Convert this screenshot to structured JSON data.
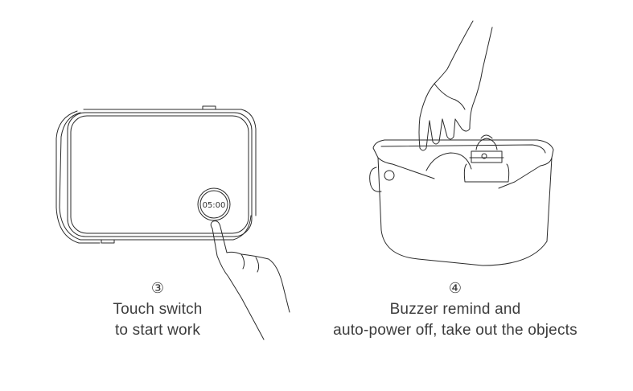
{
  "step3": {
    "number": "③",
    "line1": "Touch switch",
    "line2": "to start work",
    "display": "05:00"
  },
  "step4": {
    "number": "④",
    "line1": "Buzzer remind and",
    "line2": "auto-power off, take out the objects"
  },
  "colors": {
    "stroke": "#2a2a2a",
    "text": "#3c3c3c",
    "background": "#ffffff"
  }
}
